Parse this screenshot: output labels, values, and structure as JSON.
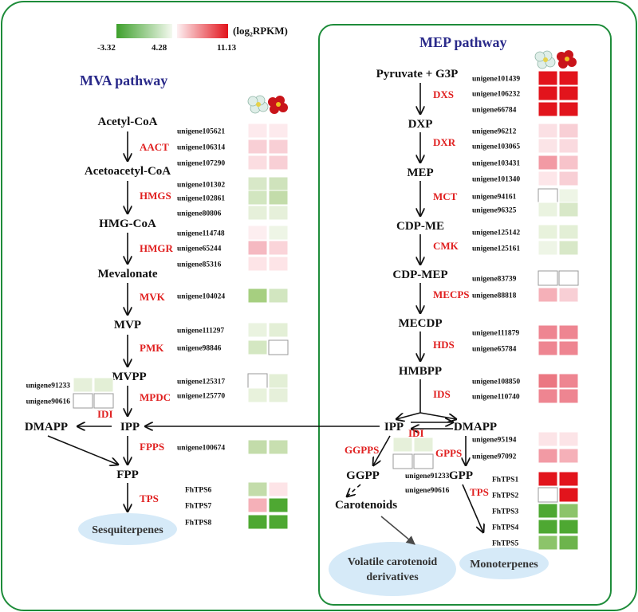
{
  "scale": {
    "min_label": "-3.32",
    "mid_label": "4.28",
    "max_label": "11.13",
    "unit_label": "(log₂RPKM)",
    "low_color": "#3ea02c",
    "high_color": "#e2141c"
  },
  "mva": {
    "title": "MVA  pathway",
    "metabolites": {
      "acetyl_coa": "Acetyl-CoA",
      "acetoacetyl_coa": "Acetoacetyl-CoA",
      "hmg_coa": "HMG-CoA",
      "mevalonate": "Mevalonate",
      "mvp": "MVP",
      "mvpp": "MVPP",
      "ipp": "IPP",
      "dmapp": "DMAPP",
      "fpp": "FPP",
      "sesquiterpenes": "Sesquiterpenes"
    },
    "enzymes": {
      "aact": "AACT",
      "hmgs": "HMGS",
      "hmgr": "HMGR",
      "mvk": "MVK",
      "pmk": "PMK",
      "mpdc": "MPDC",
      "idi": "IDI",
      "fpps": "FPPS",
      "tps": "TPS"
    },
    "genes": [
      {
        "id": "unigene105621",
        "c1": "#fdeaed",
        "c2": "#fdeaed"
      },
      {
        "id": "unigene106314",
        "c1": "#f8cfd5",
        "c2": "#f8cfd5"
      },
      {
        "id": "unigene107290",
        "c1": "#fbdde1",
        "c2": "#f8cfd5"
      },
      {
        "id": "unigene101302",
        "c1": "#d8e8c8",
        "c2": "#cfe3bc"
      },
      {
        "id": "unigene102861",
        "c1": "#d2e6c0",
        "c2": "#c3dcaa"
      },
      {
        "id": "unigene80806",
        "c1": "#e6f0da",
        "c2": "#e6f0da"
      },
      {
        "id": "unigene114748",
        "c1": "#fdeef0",
        "c2": "#eef5e6"
      },
      {
        "id": "unigene65244",
        "c1": "#f5b9c1",
        "c2": "#fad4d9"
      },
      {
        "id": "unigene85316",
        "c1": "#fde4e7",
        "c2": "#fde4e7"
      },
      {
        "id": "unigene104024",
        "c1": "#a6cf80",
        "c2": "#d2e6c0"
      },
      {
        "id": "unigene111297",
        "c1": "#eaf3e0",
        "c2": "#e3efd6"
      },
      {
        "id": "unigene98846",
        "c1": "#d4e7c2",
        "c2": "#ffffff"
      },
      {
        "id": "unigene125317",
        "c1": "#ffffff",
        "c2": "#e3efd6"
      },
      {
        "id": "unigene125770",
        "c1": "#e8f2dc",
        "c2": "#e6f0da"
      },
      {
        "id": "unigene100674",
        "c1": "#c3dcaa",
        "c2": "#c8dfb0"
      }
    ],
    "idi_genes": [
      {
        "id": "unigene91233",
        "c1": "#e6f0da",
        "c2": "#e3efd6"
      },
      {
        "id": "unigene90616",
        "c1": "#ffffff",
        "c2": "#ffffff"
      }
    ],
    "tps_genes": [
      {
        "id": "FhTPS6",
        "c1": "#c3dcaa",
        "c2": "#fde4e7"
      },
      {
        "id": "FhTPS7",
        "c1": "#f5b0b8",
        "c2": "#4ea832"
      },
      {
        "id": "FhTPS8",
        "c1": "#4ea832",
        "c2": "#4ea832"
      }
    ]
  },
  "mep": {
    "title": "MEP   pathway",
    "metabolites": {
      "pyruvate_g3p": "Pyruvate + G3P",
      "dxp": "DXP",
      "mep": "MEP",
      "cdp_me": "CDP-ME",
      "cdp_mep": "CDP-MEP",
      "mecdp": "MECDP",
      "hmbpp": "HMBPP",
      "ipp": "IPP",
      "dmapp": "DMAPP",
      "ggpp": "GGPP",
      "gpp": "GPP",
      "carotenoids": "Carotenoids",
      "volatile_line1": "Volatile carotenoid",
      "volatile_line2": "derivatives",
      "monoterpenes": "Monoterpenes"
    },
    "enzymes": {
      "dxs": "DXS",
      "dxr": "DXR",
      "mct": "MCT",
      "cmk": "CMK",
      "mecps": "MECPS",
      "hds": "HDS",
      "ids": "IDS",
      "idi": "IDI",
      "ggpps": "GGPPS",
      "gpps": "GPPS",
      "tps": "TPS"
    },
    "genes": [
      {
        "id": "unigene101439",
        "c1": "#e2141c",
        "c2": "#e2141c"
      },
      {
        "id": "unigene106232",
        "c1": "#e2141c",
        "c2": "#e2141c"
      },
      {
        "id": "unigene66784",
        "c1": "#e2141c",
        "c2": "#e2141c"
      },
      {
        "id": "unigene96212",
        "c1": "#fbe0e4",
        "c2": "#f8cfd5"
      },
      {
        "id": "unigene103065",
        "c1": "#fbe4e7",
        "c2": "#fadadf"
      },
      {
        "id": "unigene103431",
        "c1": "#f29aa4",
        "c2": "#f7c3ca"
      },
      {
        "id": "unigene101340",
        "c1": "#fde6e9",
        "c2": "#f8cfd5"
      },
      {
        "id": "unigene94161",
        "c1": "#ffffff",
        "c2": "#eef5e6"
      },
      {
        "id": "unigene96325",
        "c1": "#eaf3e0",
        "c2": "#d8e8c8"
      },
      {
        "id": "unigene125142",
        "c1": "#e8f2dc",
        "c2": "#e3efd6"
      },
      {
        "id": "unigene125161",
        "c1": "#eef5e6",
        "c2": "#d8e8c8"
      },
      {
        "id": "unigene83739",
        "c1": "#ffffff",
        "c2": "#ffffff"
      },
      {
        "id": "unigene88818",
        "c1": "#f5b0b8",
        "c2": "#f8cfd5"
      },
      {
        "id": "unigene111879",
        "c1": "#ee8591",
        "c2": "#ee8591"
      },
      {
        "id": "unigene65784",
        "c1": "#ee8591",
        "c2": "#ee8591"
      },
      {
        "id": "unigene108850",
        "c1": "#eb7782",
        "c2": "#ee8591"
      },
      {
        "id": "unigene110740",
        "c1": "#ee8591",
        "c2": "#ee8591"
      },
      {
        "id": "unigene95194",
        "c1": "#fce4e7",
        "c2": "#fce4e7"
      },
      {
        "id": "unigene97092",
        "c1": "#f29aa4",
        "c2": "#f5b0b8"
      }
    ],
    "idi_genes": [
      {
        "id": "unigene91233",
        "c1": "#e6f0da",
        "c2": "#e6f0da"
      },
      {
        "id": "unigene90616",
        "c1": "#ffffff",
        "c2": "#ffffff"
      }
    ],
    "tps_genes": [
      {
        "id": "FhTPS1",
        "c1": "#e2141c",
        "c2": "#e2141c"
      },
      {
        "id": "FhTPS2",
        "c1": "#ffffff",
        "c2": "#e2141c"
      },
      {
        "id": "FhTPS3",
        "c1": "#4ea832",
        "c2": "#8cc46a"
      },
      {
        "id": "FhTPS4",
        "c1": "#4ea832",
        "c2": "#4ea832"
      },
      {
        "id": "FhTPS5",
        "c1": "#8cc46a",
        "c2": "#6db44c"
      }
    ]
  }
}
